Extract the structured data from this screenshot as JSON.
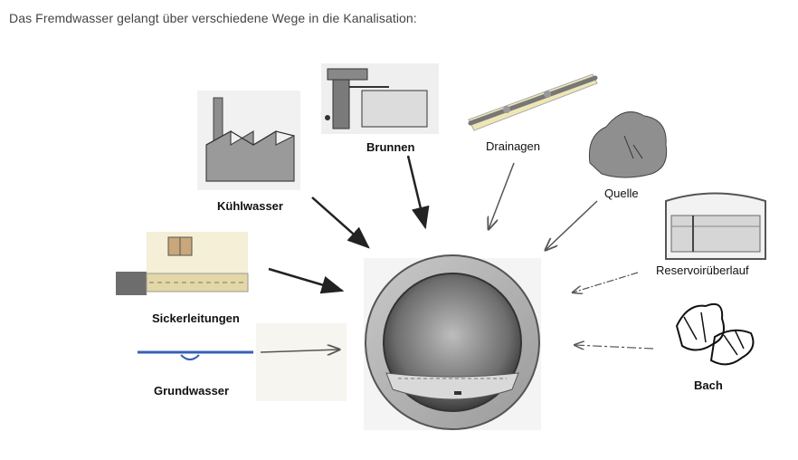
{
  "heading": "Das Fremdwasser gelangt über verschiedene Wege in die  Kanalisation:",
  "sources": [
    {
      "id": "kuehlwasser",
      "label": "Kühlwasser",
      "icon": "factory-icon"
    },
    {
      "id": "brunnen",
      "label": "Brunnen",
      "icon": "well-icon"
    },
    {
      "id": "drainagen",
      "label": "Drainagen",
      "icon": "drainage-pipe-icon"
    },
    {
      "id": "quelle",
      "label": "Quelle",
      "icon": "spring-rock-icon"
    },
    {
      "id": "reservoir",
      "label": "Reservoirüberlauf",
      "icon": "reservoir-icon"
    },
    {
      "id": "sickerleitungen",
      "label": "Sickerleitungen",
      "icon": "seepage-wall-icon"
    },
    {
      "id": "grundwasser",
      "label": "Grundwasser",
      "icon": "groundwater-icon"
    },
    {
      "id": "bach",
      "label": "Bach",
      "icon": "stream-plants-icon"
    }
  ],
  "center": {
    "icon": "sewer-pipe-cross-section-icon"
  },
  "colors": {
    "text": "#111111",
    "arrow": "#222222",
    "pipe": "#8a8a8a",
    "water": "#3a5fb5"
  }
}
